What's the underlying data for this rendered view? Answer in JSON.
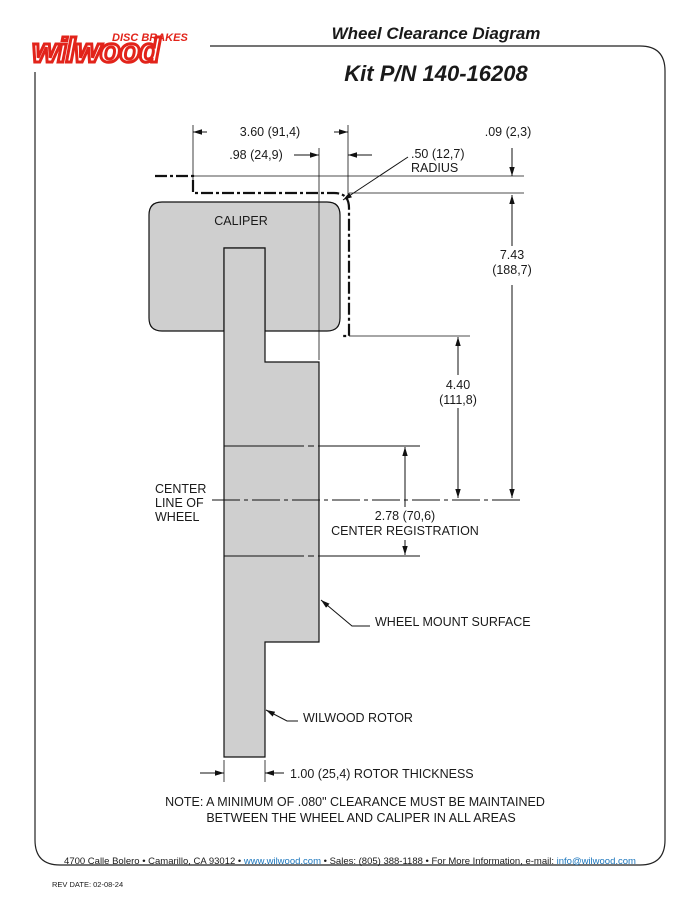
{
  "brand": {
    "logo_text": "wilwood",
    "logo_subtext": "DISC BRAKES",
    "color": "#e2231a"
  },
  "header": {
    "title": "Wheel Clearance Diagram",
    "kit": "Kit P/N 140-16208"
  },
  "dimensions": {
    "overall_width": "3.60 (91,4)",
    "inner_width": ".98 (24,9)",
    "top_offset": ".09 (2,3)",
    "radius_value": ".50 (12,7)",
    "radius_label": "RADIUS",
    "height_total_1": "7.43",
    "height_total_2": "(188,7)",
    "height_mid_1": "4.40",
    "height_mid_2": "(111,8)",
    "registration_value": "2.78 (70,6)",
    "registration_label": "CENTER REGISTRATION",
    "rotor_thickness": "1.00 (25,4) ROTOR THICKNESS"
  },
  "labels": {
    "caliper": "CALIPER",
    "centerline_1": "CENTER",
    "centerline_2": "LINE OF",
    "centerline_3": "WHEEL",
    "mount_surface": "WHEEL MOUNT SURFACE",
    "rotor": "WILWOOD ROTOR"
  },
  "note": {
    "line1": "NOTE: A MINIMUM OF .080\" CLEARANCE MUST BE MAINTAINED",
    "line2": "BETWEEN THE WHEEL AND CALIPER IN ALL AREAS"
  },
  "footer": {
    "address": "4700 Calle Bolero • Camarillo, CA 93012 •",
    "website": "www.wilwood.com",
    "sales": "• Sales: (805) 388-1188 • For More Information, e-mail:",
    "email": "info@wilwood.com",
    "link_color": "#1a75bc"
  },
  "rev_date": "REV DATE:  02-08-24",
  "colors": {
    "fill": "#cfcfcf",
    "stroke": "#111111"
  }
}
